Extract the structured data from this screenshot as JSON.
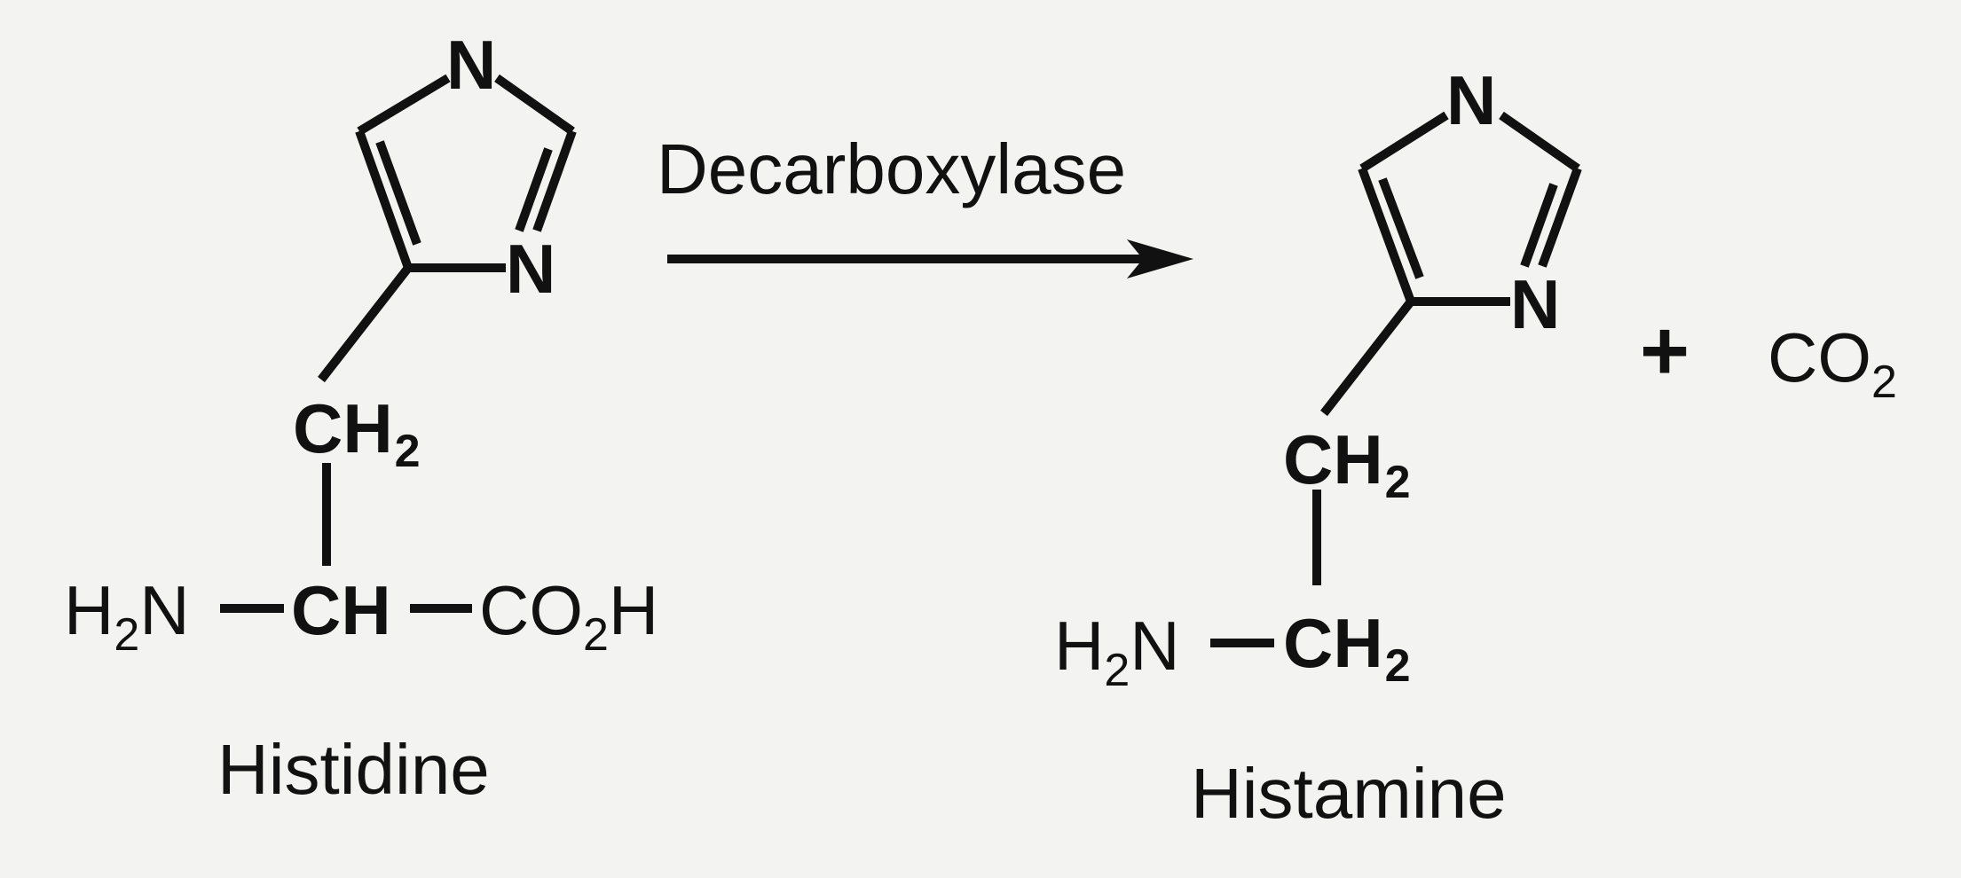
{
  "reaction": {
    "enzyme_label": "Decarboxylase",
    "plus_sign": "+",
    "reactant": {
      "name": "Histidine",
      "ring_n_top": "N",
      "ring_n_right": "N",
      "ch2_main": "CH",
      "ch2_sub": "2",
      "amine_h": "H",
      "amine_sub": "2",
      "amine_n": "N",
      "alpha_ch": "CH",
      "acid_co": "CO",
      "acid_sub": "2",
      "acid_h": "H"
    },
    "product": {
      "name": "Histamine",
      "ring_n_top": "N",
      "ring_n_right": "N",
      "ch2_upper_main": "CH",
      "ch2_upper_sub": "2",
      "amine_h": "H",
      "amine_sub": "2",
      "amine_n": "N",
      "ch2_lower_main": "CH",
      "ch2_lower_sub": "2"
    },
    "byproduct": {
      "co_main": "CO",
      "co_sub": "2"
    }
  },
  "colors": {
    "ink": "#111111",
    "background": "#f3f3f1"
  }
}
